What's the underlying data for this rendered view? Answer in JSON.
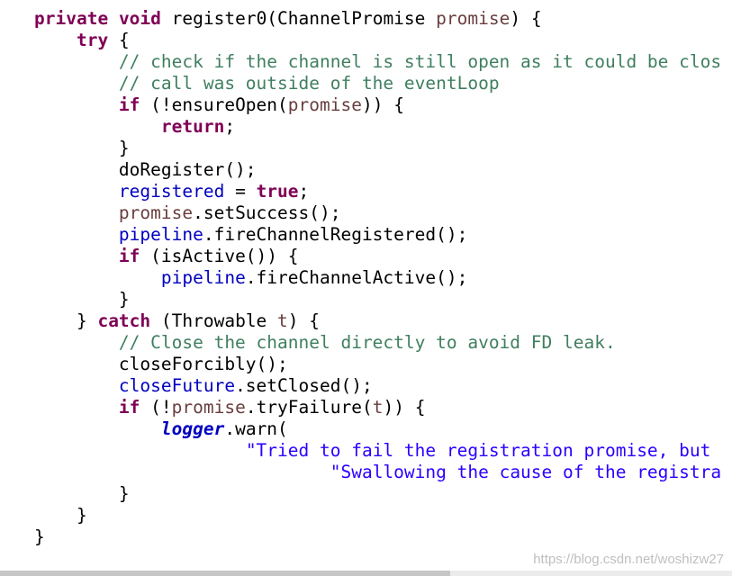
{
  "editor": {
    "language": "java",
    "token_colors": {
      "keyword": "#7f0055",
      "comment": "#3f7f5f",
      "field": "#0000c0",
      "parameter": "#6a3e3e",
      "string": "#2a00ff",
      "plain": "#000000"
    },
    "lines": [
      [
        [
          "kw",
          "private"
        ],
        [
          "pl",
          " "
        ],
        [
          "kw",
          "void"
        ],
        [
          "pl",
          " register0(ChannelPromise "
        ],
        [
          "pm",
          "promise"
        ],
        [
          "pl",
          ") {"
        ]
      ],
      [
        [
          "pl",
          "    "
        ],
        [
          "kw",
          "try"
        ],
        [
          "pl",
          " {"
        ]
      ],
      [
        [
          "pl",
          "        "
        ],
        [
          "cm",
          "// check if the channel is still open as it could be clos"
        ]
      ],
      [
        [
          "pl",
          "        "
        ],
        [
          "cm",
          "// call was outside of the eventLoop"
        ]
      ],
      [
        [
          "pl",
          "        "
        ],
        [
          "kw",
          "if"
        ],
        [
          "pl",
          " (!ensureOpen("
        ],
        [
          "pm",
          "promise"
        ],
        [
          "pl",
          ")) {"
        ]
      ],
      [
        [
          "pl",
          "            "
        ],
        [
          "kw",
          "return"
        ],
        [
          "pl",
          ";"
        ]
      ],
      [
        [
          "pl",
          "        }"
        ]
      ],
      [
        [
          "pl",
          "        doRegister();"
        ]
      ],
      [
        [
          "pl",
          "        "
        ],
        [
          "fd",
          "registered"
        ],
        [
          "pl",
          " = "
        ],
        [
          "kw",
          "true"
        ],
        [
          "pl",
          ";"
        ]
      ],
      [
        [
          "pl",
          "        "
        ],
        [
          "pm",
          "promise"
        ],
        [
          "pl",
          ".setSuccess();"
        ]
      ],
      [
        [
          "pl",
          "        "
        ],
        [
          "fd",
          "pipeline"
        ],
        [
          "pl",
          ".fireChannelRegistered();"
        ]
      ],
      [
        [
          "pl",
          "        "
        ],
        [
          "kw",
          "if"
        ],
        [
          "pl",
          " (isActive()) {"
        ]
      ],
      [
        [
          "pl",
          "            "
        ],
        [
          "fd",
          "pipeline"
        ],
        [
          "pl",
          ".fireChannelActive();"
        ]
      ],
      [
        [
          "pl",
          "        }"
        ]
      ],
      [
        [
          "pl",
          "    } "
        ],
        [
          "kw",
          "catch"
        ],
        [
          "pl",
          " (Throwable "
        ],
        [
          "pm",
          "t"
        ],
        [
          "pl",
          ") {"
        ]
      ],
      [
        [
          "pl",
          "        "
        ],
        [
          "cm",
          "// Close the channel directly to avoid FD leak."
        ]
      ],
      [
        [
          "pl",
          "        closeForcibly();"
        ]
      ],
      [
        [
          "pl",
          "        "
        ],
        [
          "fd",
          "closeFuture"
        ],
        [
          "pl",
          ".setClosed();"
        ]
      ],
      [
        [
          "pl",
          "        "
        ],
        [
          "kw",
          "if"
        ],
        [
          "pl",
          " (!"
        ],
        [
          "pm",
          "promise"
        ],
        [
          "pl",
          ".tryFailure("
        ],
        [
          "pm",
          "t"
        ],
        [
          "pl",
          ")) {"
        ]
      ],
      [
        [
          "pl",
          "            "
        ],
        [
          "sf",
          "logger"
        ],
        [
          "pl",
          ".warn("
        ]
      ],
      [
        [
          "pl",
          "                    "
        ],
        [
          "st",
          "\"Tried to fail the registration promise, but"
        ]
      ],
      [
        [
          "pl",
          "                            "
        ],
        [
          "st",
          "\"Swallowing the cause of the registra"
        ]
      ],
      [
        [
          "pl",
          "        }"
        ]
      ],
      [
        [
          "pl",
          "    }"
        ]
      ],
      [
        [
          "pl",
          "}"
        ]
      ]
    ]
  },
  "scrollbar": {
    "position": 0.615
  },
  "watermark": {
    "text": "https://blog.csdn.net/woshizw27"
  }
}
